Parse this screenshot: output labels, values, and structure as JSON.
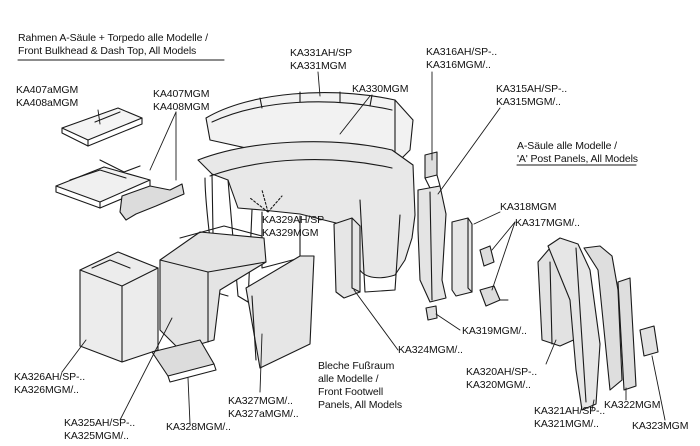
{
  "heading_front": [
    "Rahmen A-Säule + Torpedo alle Modelle /",
    "Front Bulkhead & Dash Top, All Models"
  ],
  "heading_apost": [
    "A-Säule alle Modelle /",
    "'A' Post Panels, All Models"
  ],
  "heading_footwell": [
    "Bleche Fußraum",
    "alle Modelle /",
    "Front Footwell",
    "Panels, All Models"
  ],
  "parts": {
    "ka407a": [
      "KA407aMGM",
      "KA408aMGM"
    ],
    "ka407": [
      "KA407MGM",
      "KA408MGM"
    ],
    "ka331": [
      "KA331AH/SP",
      "KA331MGM"
    ],
    "ka330": [
      "KA330MGM"
    ],
    "ka316": [
      "KA316AH/SP-..",
      "KA316MGM/.."
    ],
    "ka315": [
      "KA315AH/SP-..",
      "KA315MGM/.."
    ],
    "ka329": [
      "KA329AH/SP",
      "KA329MGM"
    ],
    "ka318": [
      "KA318MGM"
    ],
    "ka317": [
      "KA317MGM/.."
    ],
    "ka319": [
      "KA319MGM/.."
    ],
    "ka324": [
      "KA324MGM/.."
    ],
    "ka320": [
      "KA320AH/SP-..",
      "KA320MGM/.."
    ],
    "ka326": [
      "KA326AH/SP-..",
      "KA326MGM/.."
    ],
    "ka325": [
      "KA325AH/SP-..",
      "KA325MGM/.."
    ],
    "ka328": [
      "KA328MGM/.."
    ],
    "ka327": [
      "KA327MGM/..",
      "KA327aMGM/.."
    ],
    "ka321": [
      "KA321AH/SP-..",
      "KA321MGM/.."
    ],
    "ka322": [
      "KA322MGM"
    ],
    "ka323": [
      "KA323MGM"
    ]
  }
}
